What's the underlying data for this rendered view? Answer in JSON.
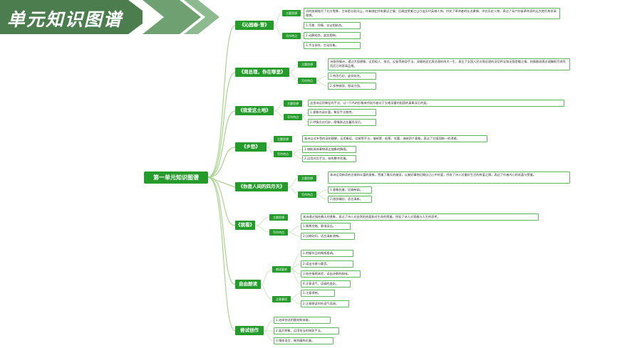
{
  "banner_title": "单元知识图谱",
  "root": "第一单元知识图谱",
  "lessons": [
    {
      "title": "《沁园春·雪》",
      "theme_tag": "主题思想",
      "theme": "词的前阕描写了北方雪景，主体是壮丽河山，作者借此抒发豪迈之情；后阕由赞美江山引出历代英雄人物，抒发了革命者的壮志豪情，评价历史人物，表达了无产阶级革命家的远大抱负和崇高理想。",
      "art_tag": "写作特点",
      "art": [
        "1.写景、抒情、议论相结合。",
        "2.动静结合，虚实相映。",
        "3.手法多样，生动形象。"
      ]
    },
    {
      "title": "《周总理，你在哪里》",
      "theme_tag": "主题思想",
      "theme": "诗歌抒情诗，通过大胆想象，运用拟人、排比、反复等修辞手法，深情地追忆周总理的伟大一生，表达了全国人民对周总理的深切怀念和无限崇敬之情，热情歌颂周总理鞠躬尽瘁死而后已的崇高品格。",
      "art_tag": "写作特点",
      "art": [
        "1.构思巧妙，虚实结合。",
        "2.多种修辞，感染力强。"
      ]
    },
    {
      "title": "《我爱这土地》",
      "theme_tag": "主题思想",
      "theme": "这首诗运用象征的手法，以一只鸟的形象来抒发作者对于灾难深重的祖国的真挚深沉的爱。",
      "art_tag": "写作特点",
      "art": [
        "1.意象内涵丰富，象征手法独特。",
        "2.抒情方式巧妙，感情表达含蓄而深沉。"
      ]
    },
    {
      "title": "《乡愁》",
      "theme_tag": "主题思想",
      "theme": "本诗以对乡愁的深刻理解，运用象征、比喻等手法，借邮票、船票、坟墓、海峡四个意象，表达了对祖国统一的渴望。",
      "art_tag": "写作特点",
      "art": [
        "1.借助具体事物表达抽象的情感。",
        "2.运用对比手法，结构整齐优美。"
      ]
    },
    {
      "title": "《你是人间的四月天》",
      "theme_tag": "主题思想",
      "theme": "本诗运用新奇的比喻和丰富的意象，赞美了春天的美丽，以美好事物比喻自己心中的爱，抒发了诗人对美好生活的热爱之情，表达了作者内心的欢喜与赞美。",
      "art_tag": "写作特点",
      "art": [
        "1.意象优美，比喻新颖。",
        "2.修辞精妙，语言清新。"
      ]
    },
    {
      "title": "《我看》",
      "theme_tag": "主题思想",
      "theme": "本诗通过描绘春天的景象，表达了诗人对自然的热爱和对生命的赞美，抒发了诗人对青春与人生的思考。",
      "art_tag": "写作特点",
      "art": [
        "1.情景交融，意境深远。",
        "2.比喻贴切，语言清新流畅。"
      ]
    },
    {
      "title": "自由朗读",
      "sub_tags": [
        "朗读要求",
        "注意事项"
      ],
      "reading": [
        "1.把握作品的情感基调。",
        "2.读出节奏与重音。",
        "3.结合情感体验，读出诗歌的韵味。",
        "4.注意语气、语调的变化。"
      ],
      "notes": [
        "1.注意停顿。",
        "2.注意朗读时的语气语调。"
      ]
    },
    {
      "title": "尝试创作",
      "create": [
        "1.选择合适的题材和体裁。",
        "2.展开想象，运用恰当的修辞手法。",
        "3.锤炼语言，做到精练优美。"
      ]
    }
  ]
}
